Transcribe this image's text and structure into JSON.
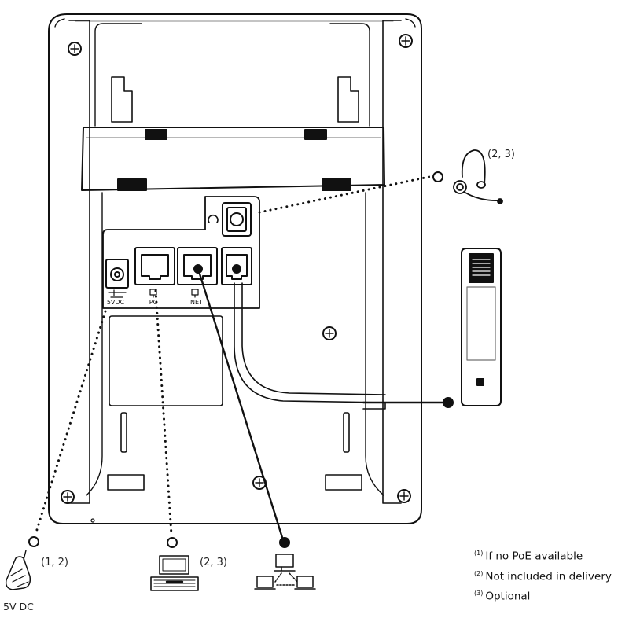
{
  "labels": {
    "headset": "(2, 3)",
    "power": "(1, 2)",
    "power_caption": "5V DC",
    "pc": "(2, 3)"
  },
  "port_labels": {
    "dc": "5VDC",
    "pc": "PC",
    "net": "NET"
  },
  "notes": [
    {
      "mark": "(1)",
      "text": "If no PoE available"
    },
    {
      "mark": "(2)",
      "text": "Not included in delivery"
    },
    {
      "mark": "(3)",
      "text": "Optional"
    }
  ]
}
